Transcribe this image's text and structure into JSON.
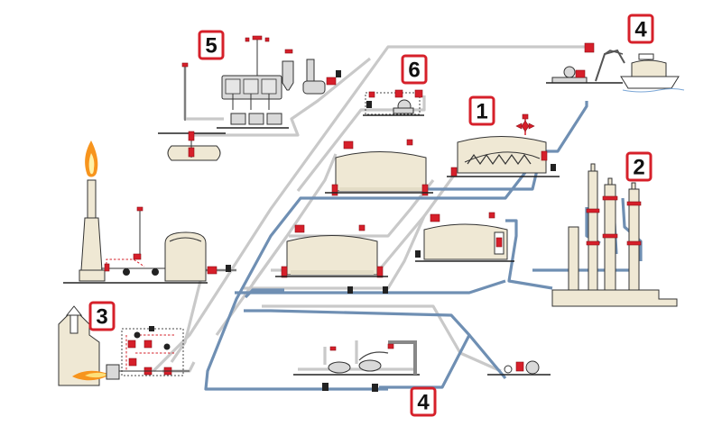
{
  "badges": [
    {
      "id": "1",
      "label": "1"
    },
    {
      "id": "2",
      "label": "2"
    },
    {
      "id": "3",
      "label": "3"
    },
    {
      "id": "4a",
      "label": "4"
    },
    {
      "id": "4b",
      "label": "4"
    },
    {
      "id": "5",
      "label": "5"
    },
    {
      "id": "6",
      "label": "6"
    }
  ],
  "colors": {
    "badge_border": "#d6202a",
    "pipe_grey": "#c9c9c9",
    "pipe_blue": "#6f8fb3",
    "tank_fill": "#efe8d4",
    "valve_red": "#d61f2a",
    "flame": "#f7941d"
  },
  "icons": [
    "flare-stack-icon",
    "storage-tank-icon",
    "distillation-column-icon",
    "furnace-icon",
    "tanker-ship-icon",
    "pump-icon",
    "control-valve-icon",
    "gate-valve-icon"
  ]
}
